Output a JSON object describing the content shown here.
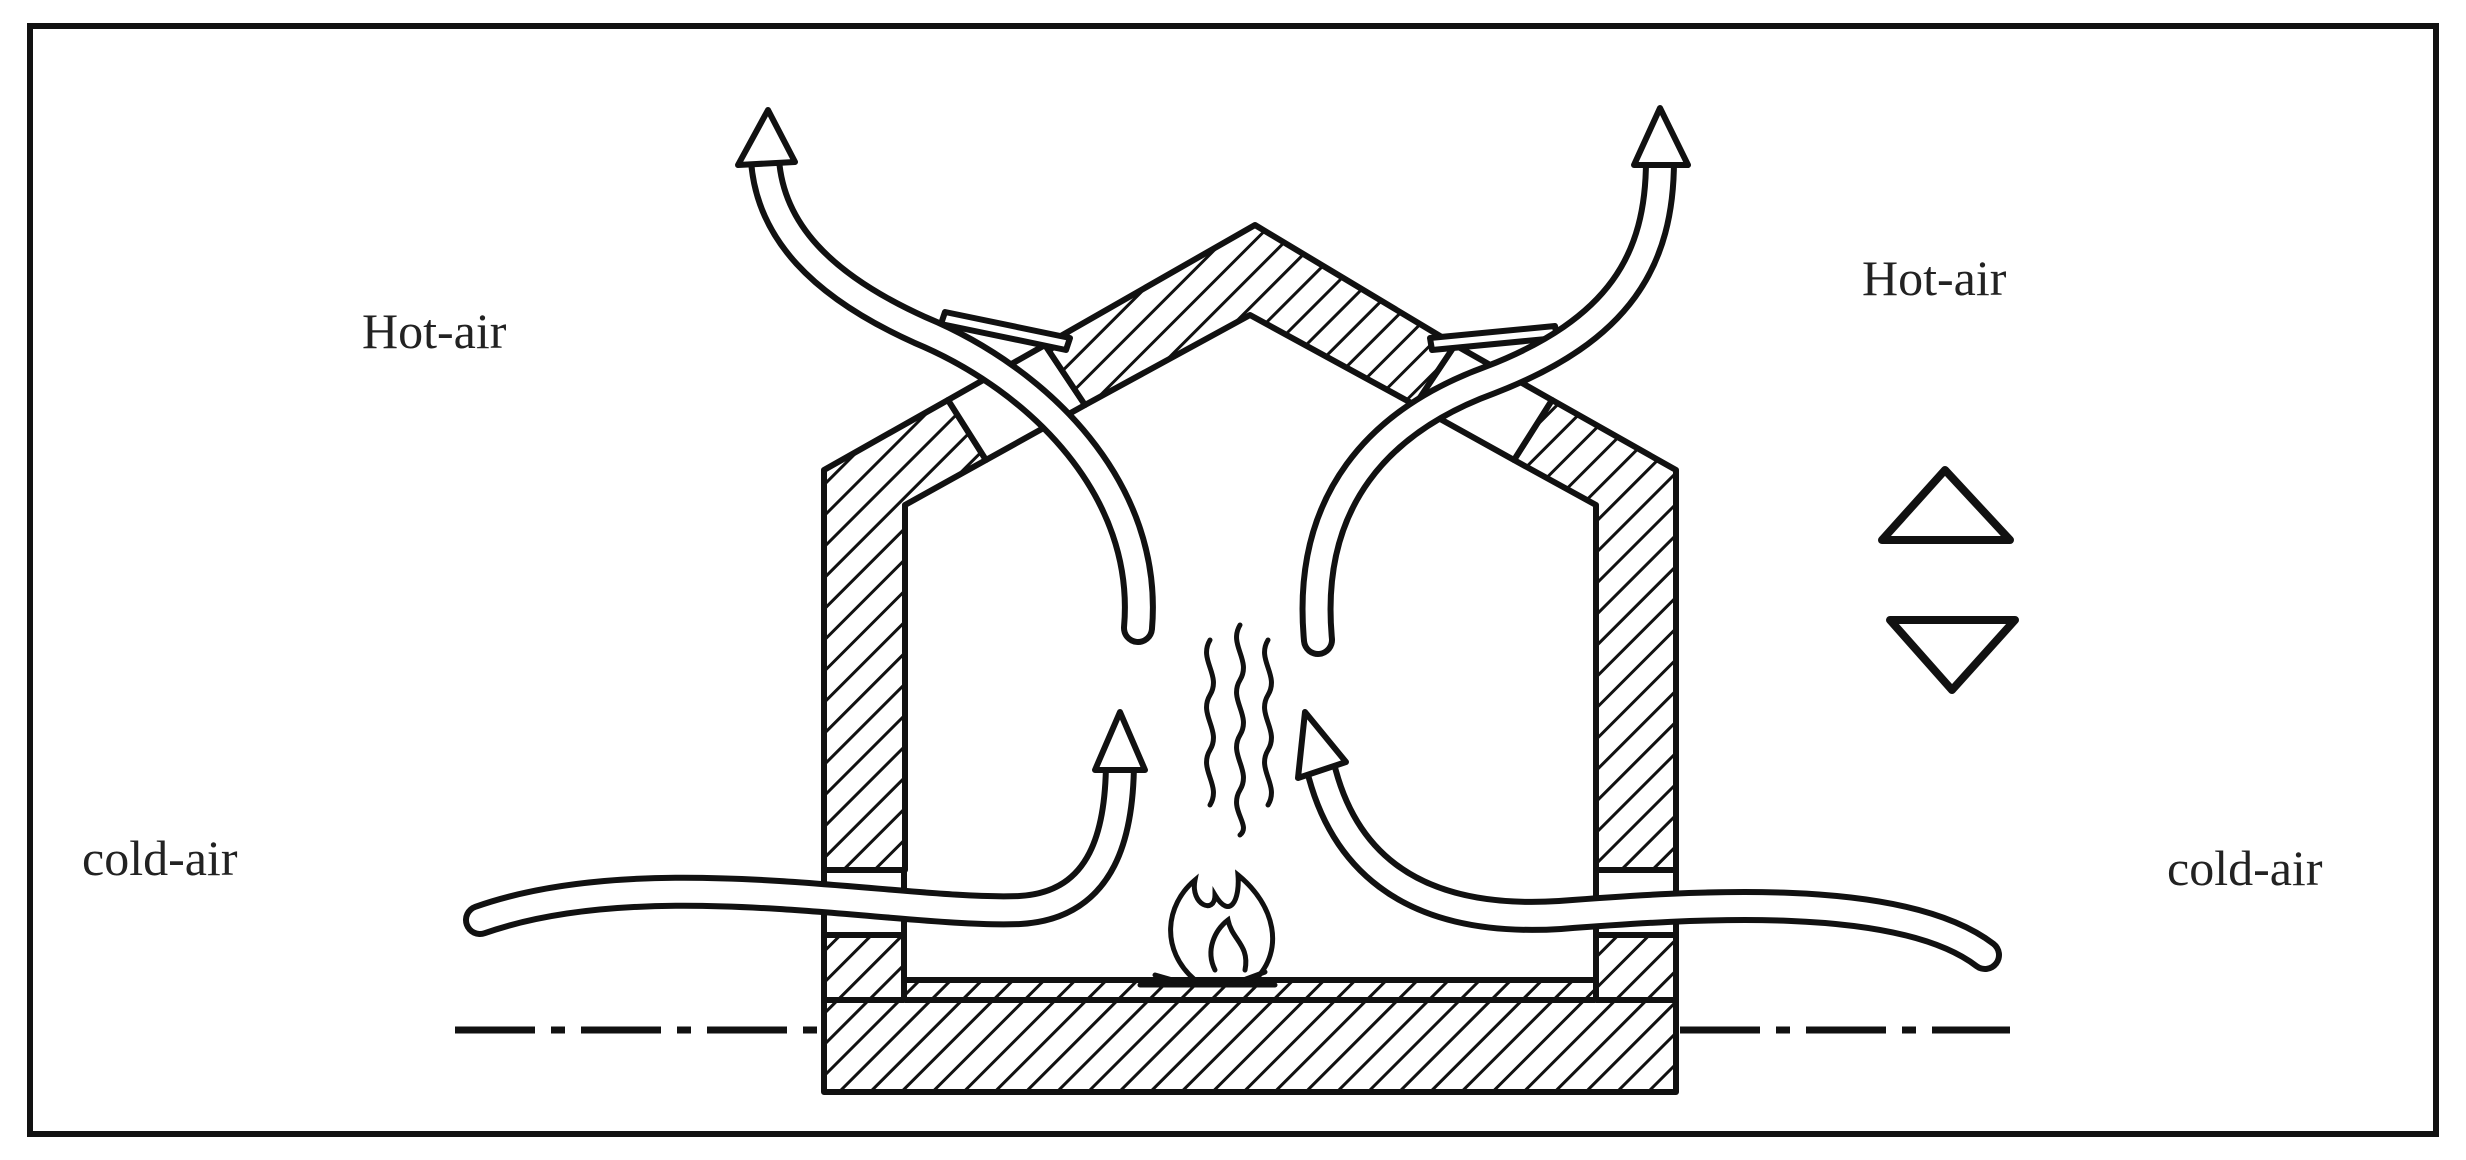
{
  "labels": {
    "hot_air_left": "Hot-air",
    "hot_air_right": "Hot-air",
    "cold_air_left": "cold-air",
    "cold_air_right": "cold-air"
  },
  "colors": {
    "ink": "#111111",
    "paper": "#ffffff",
    "label": "#222222"
  },
  "icons": [
    "up-triangle-icon",
    "down-triangle-icon",
    "flame-icon"
  ]
}
